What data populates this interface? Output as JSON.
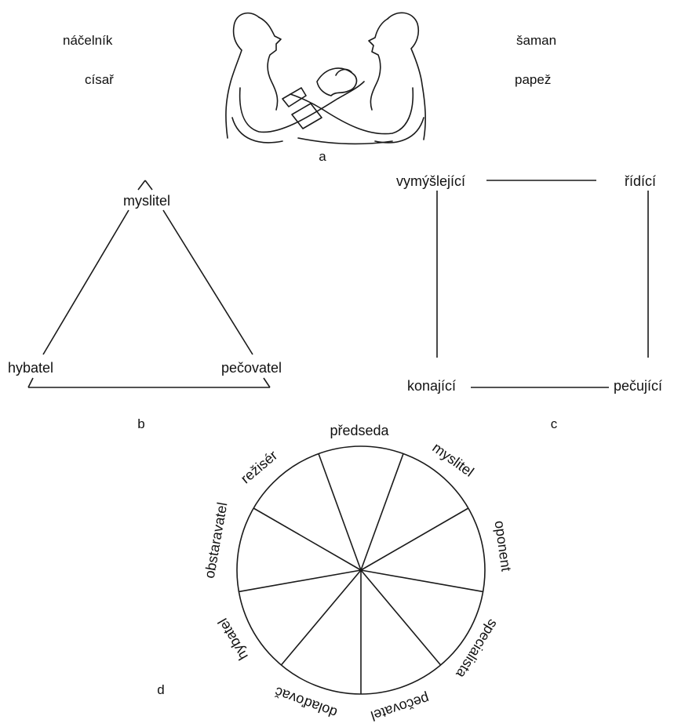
{
  "panel_a": {
    "letter": "a",
    "left_top": "náčelník",
    "left_bottom": "císař",
    "right_top": "šaman",
    "right_bottom": "papež"
  },
  "panel_b": {
    "letter": "b",
    "top": "myslitel",
    "bottom_left": "hybatel",
    "bottom_right": "pečovatel"
  },
  "panel_c": {
    "letter": "c",
    "top_left": "vymýšlející",
    "top_right": "řídící",
    "bottom_left": "konající",
    "bottom_right": "pečující"
  },
  "panel_d": {
    "letter": "d",
    "roles": [
      "předseda",
      "myslitel",
      "oponent",
      "specialista",
      "pečovatel",
      "dolaďovač",
      "hybatel",
      "obstaravatel",
      "režisér"
    ]
  }
}
